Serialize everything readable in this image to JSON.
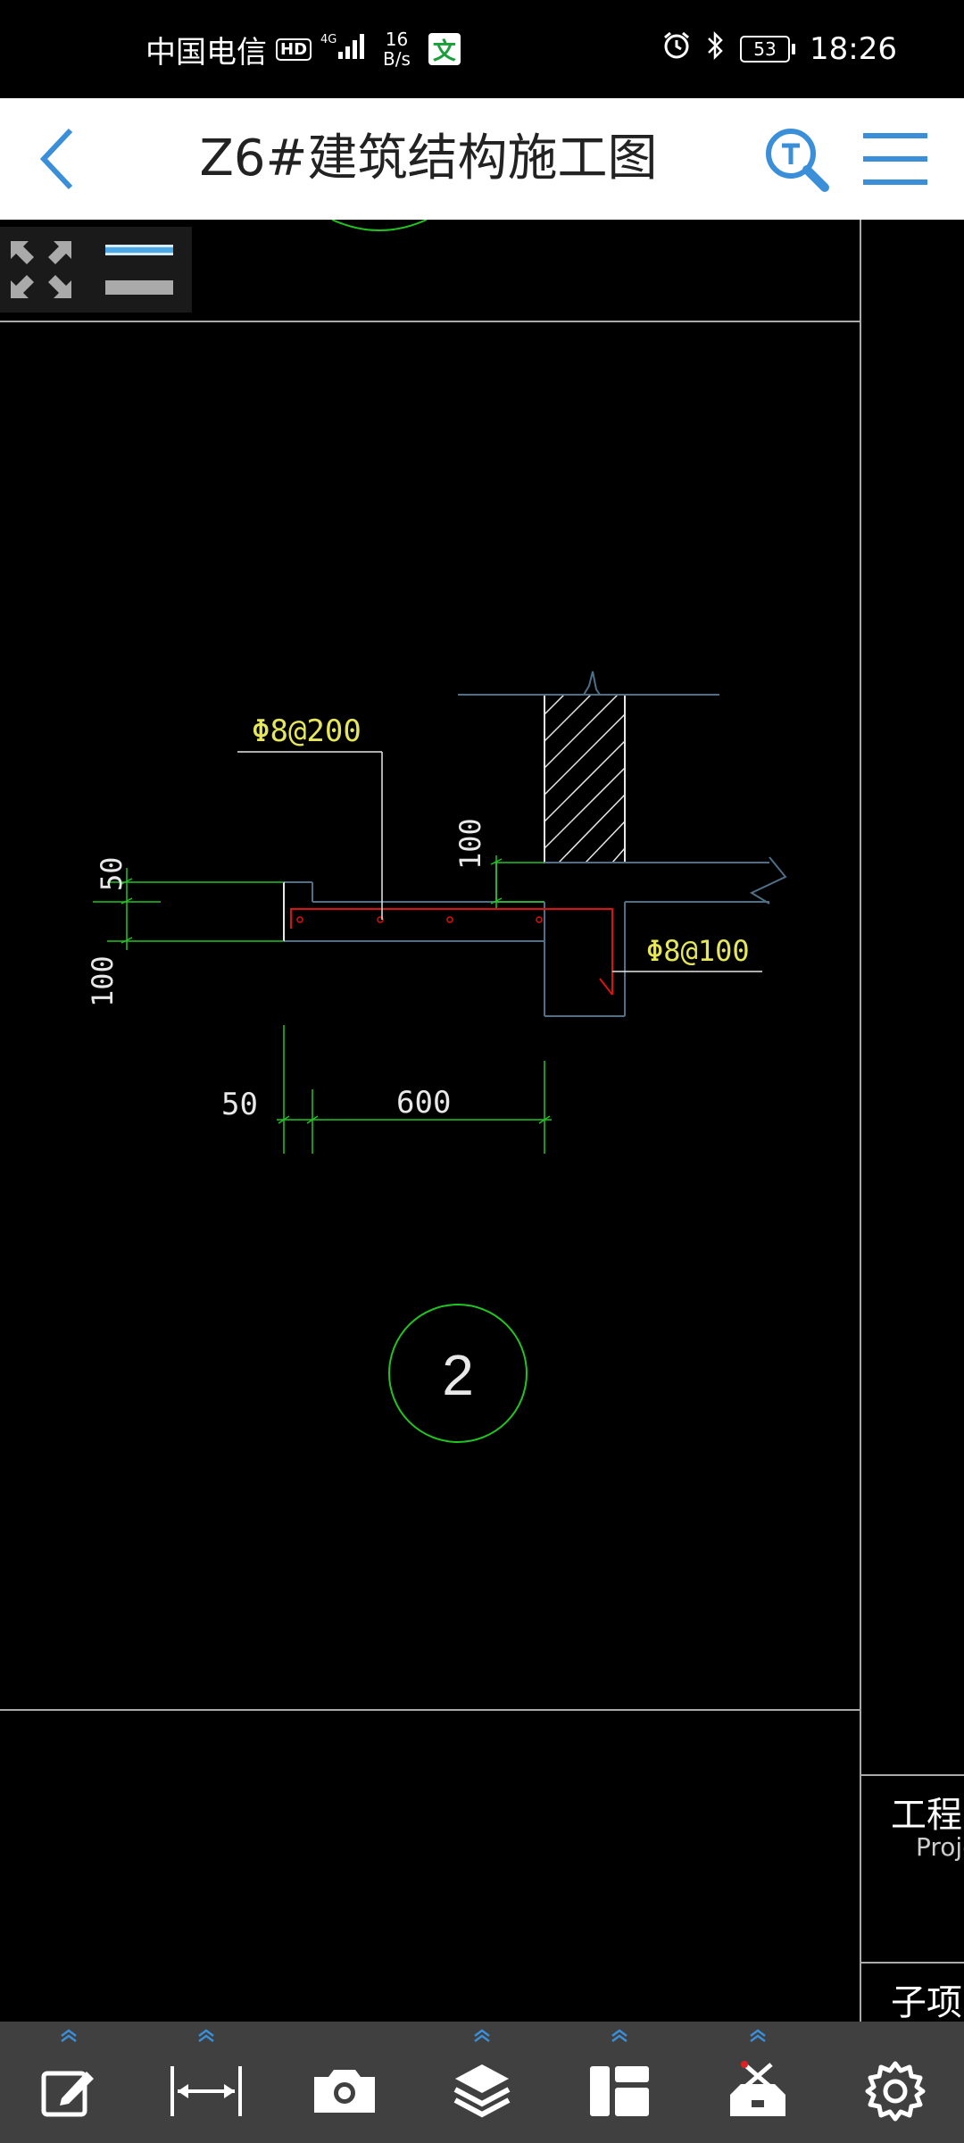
{
  "status": {
    "carrier": "中国电信",
    "hd": "HD",
    "network": "4G",
    "speed_value": "16",
    "speed_unit": "B/s",
    "wen": "文",
    "battery": "53",
    "time": "18:26"
  },
  "header": {
    "title": "Z6#建筑结构施工图"
  },
  "drawing": {
    "rebar_top": "Φ8@200",
    "rebar_right": "Φ8@100",
    "dim_50_vertical": "50",
    "dim_100_left": "100",
    "dim_100_mid": "100",
    "dim_50_bottom": "50",
    "dim_600": "600",
    "detail_number": "2",
    "titleblock_label1": "工程名",
    "titleblock_label1_en": "Proje",
    "titleblock_label2": "子项名"
  },
  "colors": {
    "accent": "#3b8ed8",
    "cad_green": "#22c422",
    "cad_yellow": "#e6e65a",
    "cad_red": "#d11",
    "cad_blue": "#4e6f88",
    "cad_white": "#e8e8e8"
  },
  "toolbar_icons": [
    "edit-icon",
    "measure-icon",
    "camera-icon",
    "layers-icon",
    "layout-icon",
    "toolbox-icon",
    "settings-icon"
  ]
}
